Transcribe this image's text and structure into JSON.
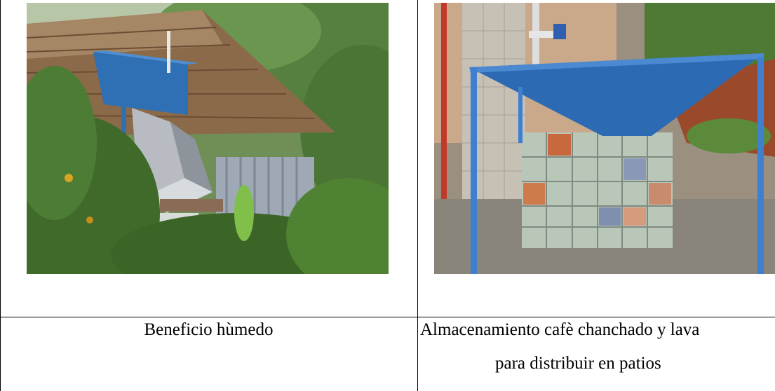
{
  "table": {
    "captions": [
      {
        "lines": [
          "Beneficio hùmedo"
        ]
      },
      {
        "lines": [
          "Almacenamiento cafè chanchado y lava",
          "para distribuir en patios"
        ]
      }
    ]
  },
  "photos": [
    {
      "subject": "wet coffee processing machine with blue frame and metal hopper under corrugated roof, surrounded by coffee plants"
    },
    {
      "subject": "blue funnel hopper on blue steel frame over a tiled storage tank"
    }
  ]
}
